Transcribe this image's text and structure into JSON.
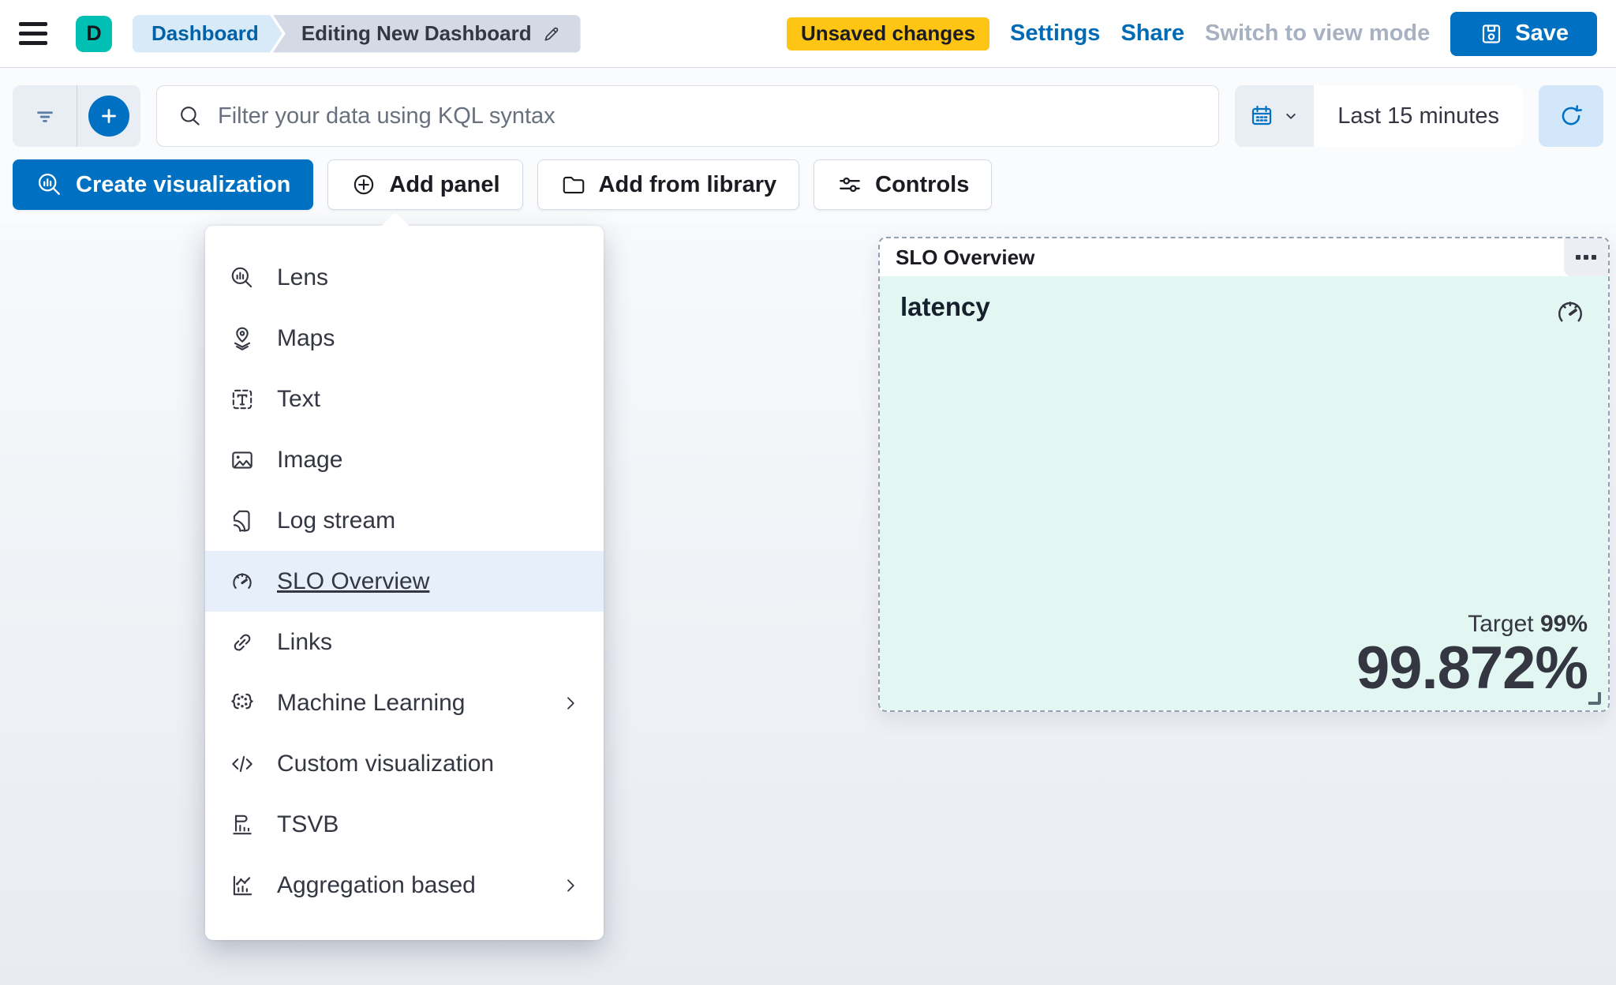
{
  "header": {
    "logo_letter": "D",
    "breadcrumbs": [
      {
        "label": "Dashboard"
      },
      {
        "label": "Editing New Dashboard"
      }
    ],
    "unsaved_badge": "Unsaved changes",
    "settings_label": "Settings",
    "share_label": "Share",
    "view_mode_label": "Switch to view mode",
    "save_label": "Save"
  },
  "toolbar": {
    "kql_placeholder": "Filter your data using KQL syntax",
    "time_range": "Last 15 minutes"
  },
  "actions": {
    "create_visualization": "Create visualization",
    "add_panel": "Add panel",
    "add_from_library": "Add from library",
    "controls": "Controls"
  },
  "add_panel_menu": {
    "items": [
      {
        "label": "Lens",
        "icon": "lens-icon",
        "selected": false,
        "has_submenu": false
      },
      {
        "label": "Maps",
        "icon": "maps-icon",
        "selected": false,
        "has_submenu": false
      },
      {
        "label": "Text",
        "icon": "text-icon",
        "selected": false,
        "has_submenu": false
      },
      {
        "label": "Image",
        "icon": "image-icon",
        "selected": false,
        "has_submenu": false
      },
      {
        "label": "Log stream",
        "icon": "log-stream-icon",
        "selected": false,
        "has_submenu": false
      },
      {
        "label": "SLO Overview",
        "icon": "gauge-icon",
        "selected": true,
        "has_submenu": false
      },
      {
        "label": "Links",
        "icon": "link-icon",
        "selected": false,
        "has_submenu": false
      },
      {
        "label": "Machine Learning",
        "icon": "machine-learning-icon",
        "selected": false,
        "has_submenu": true
      },
      {
        "label": "Custom visualization",
        "icon": "code-icon",
        "selected": false,
        "has_submenu": false
      },
      {
        "label": "TSVB",
        "icon": "tsvb-icon",
        "selected": false,
        "has_submenu": false
      },
      {
        "label": "Aggregation based",
        "icon": "aggregation-icon",
        "selected": false,
        "has_submenu": true
      }
    ]
  },
  "slo_panel": {
    "title": "SLO Overview",
    "metric_name": "latency",
    "target_label": "Target",
    "target_value": "99%",
    "value": "99.872%"
  },
  "colors": {
    "primary_blue": "#0071c2",
    "link_blue": "#006bb4",
    "badge_yellow": "#fec514",
    "logo_teal": "#00bfb3",
    "panel_mint": "#e2f6f2",
    "text_dark": "#343741",
    "border_gray": "#d3dae6"
  }
}
